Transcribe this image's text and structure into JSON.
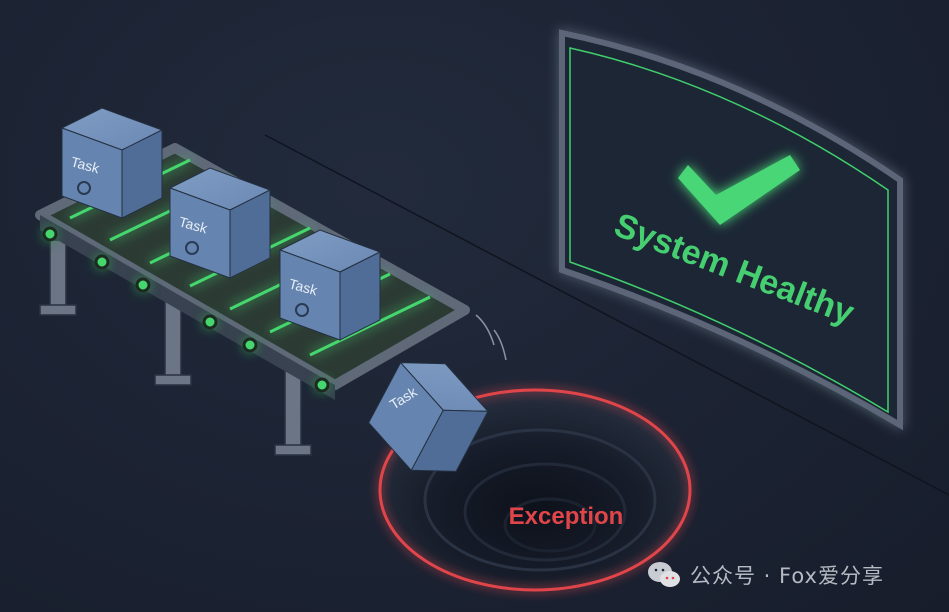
{
  "scene": {
    "background_color": "#1c2434",
    "accent_green": "#4fe07f",
    "accent_red": "#e0454a",
    "box_color": "#5a7aa6"
  },
  "conveyor": {
    "boxes": [
      {
        "label": "Task"
      },
      {
        "label": "Task"
      },
      {
        "label": "Task"
      }
    ]
  },
  "falling_box": {
    "label": "Task"
  },
  "hole": {
    "label": "Exception"
  },
  "status_screen": {
    "label": "System Healthy",
    "icon": "checkmark-icon"
  },
  "watermark": {
    "text": "公众号 · Fox爱分享",
    "icon": "wechat-icon"
  }
}
